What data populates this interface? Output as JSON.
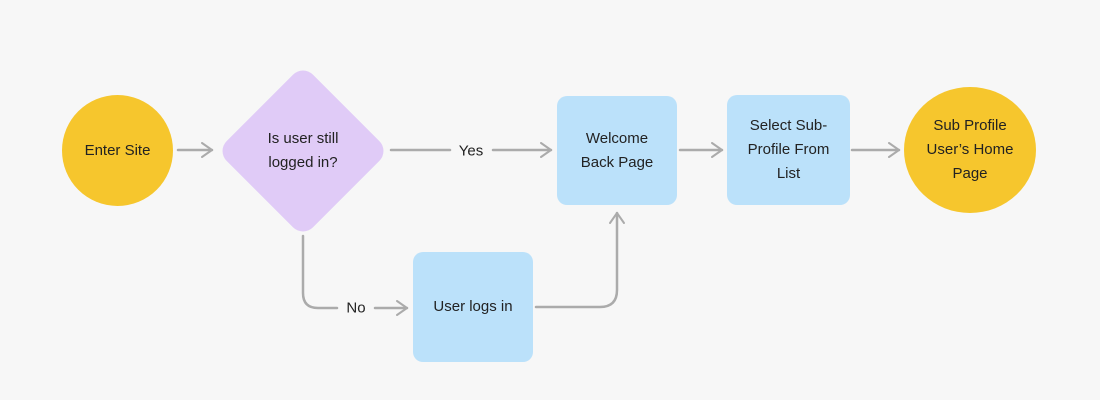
{
  "colors": {
    "bg": "#f7f7f7",
    "yellow": "#f6c62d",
    "purple": "#e0cbf7",
    "blue": "#bbe1fa",
    "arrow": "#ababab",
    "text": "#222222"
  },
  "nodes": {
    "enter_site": {
      "label": "Enter Site",
      "shape": "circle"
    },
    "decision": {
      "label": "Is user still logged in?",
      "shape": "diamond"
    },
    "welcome_back": {
      "label": "Welcome Back Page",
      "shape": "rect"
    },
    "user_logs_in": {
      "label": "User logs in",
      "shape": "rect"
    },
    "select_subprofile": {
      "label": "Select Sub-Profile From List",
      "shape": "rect"
    },
    "home_page": {
      "label": "Sub Profile User’s Home Page",
      "shape": "circle"
    }
  },
  "edges": {
    "yes_label": "Yes",
    "no_label": "No"
  }
}
